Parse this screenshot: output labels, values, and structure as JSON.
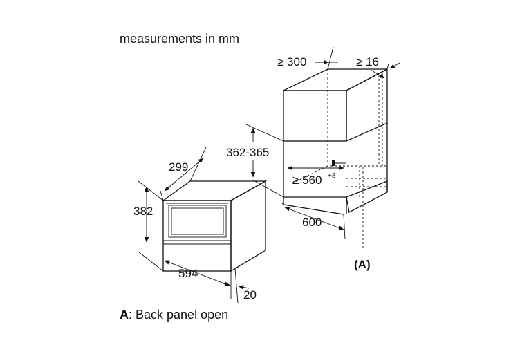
{
  "title": "measurements in mm",
  "legend": {
    "key": "A",
    "text": ": Back panel open"
  },
  "label_a": "(A)",
  "oven": {
    "depth": "299",
    "height": "382",
    "width": "594",
    "front_offset": "20"
  },
  "niche": {
    "gap_min": "≥ 300",
    "side_min": "≥ 16",
    "height_range": "362-365",
    "depth_min": "≥ 560",
    "depth_tolerance": "+8",
    "width": "600"
  }
}
